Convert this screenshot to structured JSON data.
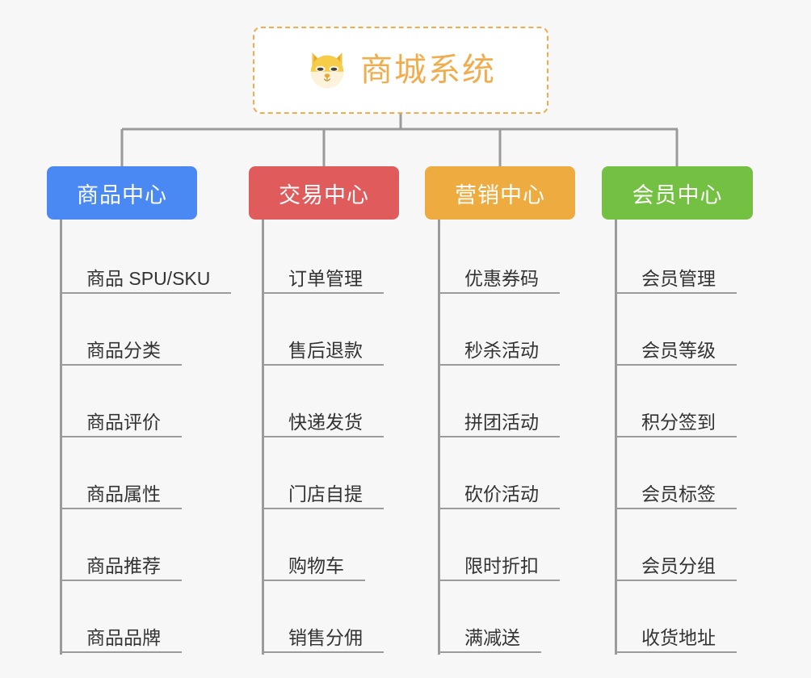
{
  "page": {
    "background_color": "#f7f7f7",
    "type": "mindmap"
  },
  "root": {
    "title": "商城系统",
    "icon": "shiba-dog-face-emoji",
    "text_color": "#f0ad4e",
    "border_color": "#f0ad4e",
    "border_style": "dashed",
    "background_color": "#ffffff"
  },
  "connector": {
    "color": "#9b9b9b"
  },
  "branches": [
    {
      "title": "商品中心",
      "color": "#4a89f3",
      "text_color": "#ffffff",
      "items": [
        "商品 SPU/SKU",
        "商品分类",
        "商品评价",
        "商品属性",
        "商品推荐",
        "商品品牌"
      ]
    },
    {
      "title": "交易中心",
      "color": "#e05c5c",
      "text_color": "#ffffff",
      "items": [
        "订单管理",
        "售后退款",
        "快递发货",
        "门店自提",
        "购物车",
        "销售分佣"
      ]
    },
    {
      "title": "营销中心",
      "color": "#eeab3f",
      "text_color": "#ffffff",
      "items": [
        "优惠券码",
        "秒杀活动",
        "拼团活动",
        "砍价活动",
        "限时折扣",
        "满减送"
      ]
    },
    {
      "title": "会员中心",
      "color": "#74c043",
      "text_color": "#ffffff",
      "items": [
        "会员管理",
        "会员等级",
        "积分签到",
        "会员标签",
        "会员分组",
        "收货地址"
      ]
    }
  ]
}
